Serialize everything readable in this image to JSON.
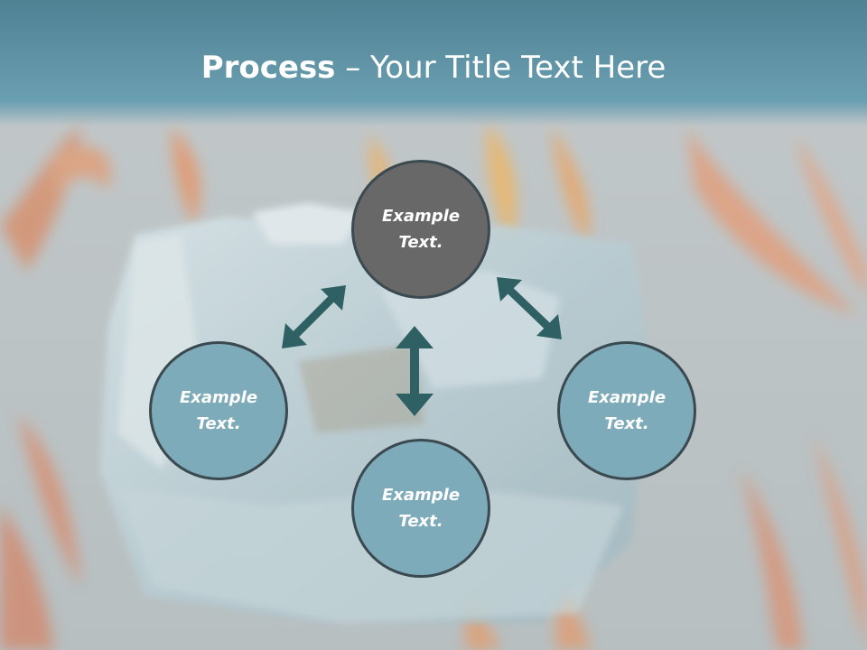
{
  "slide": {
    "title_bold": "Process",
    "title_rest": " – Your Title Text Here"
  },
  "diagram": {
    "center_node": "Example\nText.",
    "left_node": "Example\nText.",
    "right_node": "Example\nText.",
    "bottom_node": "Example\nText."
  },
  "colors": {
    "title_bar": "#5f96a8",
    "center_fill": "#686868",
    "side_fill": "#7eabba",
    "arrow": "#2f6064",
    "node_border": "#3b4a50"
  }
}
